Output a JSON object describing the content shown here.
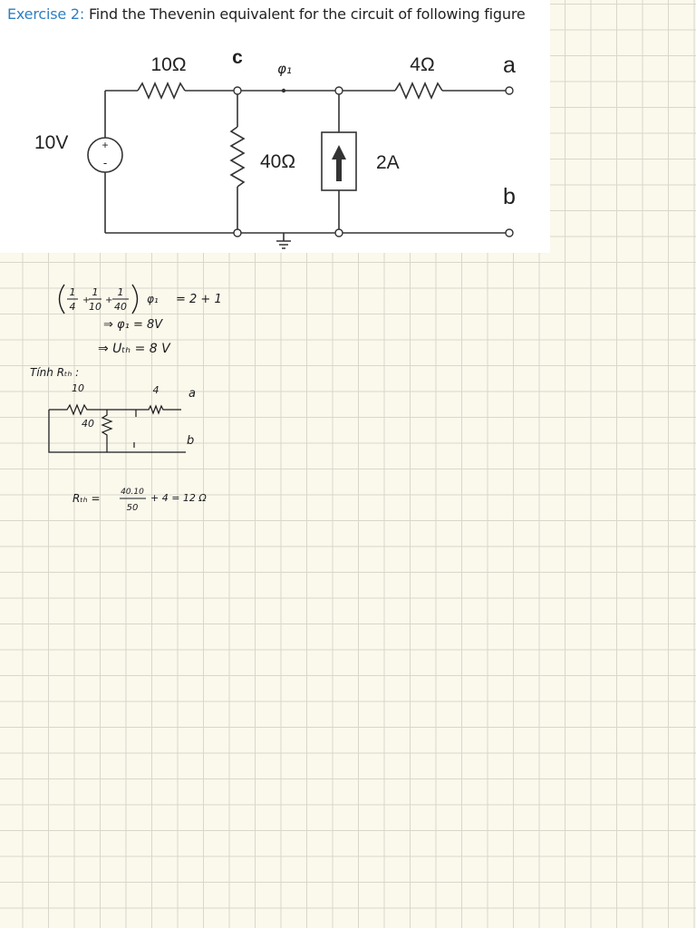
{
  "header": {
    "lead": "Exercise 2:",
    "text": "Find the Thevenin equivalent for the circuit of following figure"
  },
  "circuit": {
    "r_top_left": "10Ω",
    "node_c": "c",
    "node_phi": "φ₁",
    "r_top_right": "4Ω",
    "terminal_a": "a",
    "source_voltage": "10V",
    "r_middle": "40Ω",
    "current_source": "2A",
    "terminal_b": "b"
  },
  "solution": {
    "equation_lhs": "(1/4 + 1/10 + 1/40) φ₁",
    "frac1_num": "1",
    "frac1_den": "4",
    "frac2_num": "1",
    "frac2_den": "10",
    "frac3_num": "1",
    "frac3_den": "40",
    "phi": "φ₁",
    "equation_rhs": "= 2 + 1",
    "step_phi": "⇒ φ₁ = 8V",
    "step_uth": "⇒ Uₜₕ = 8 V",
    "tinh_rth": "Tính Rₜₕ :",
    "sk_r1": "10",
    "sk_r2": "4",
    "sk_r3": "40",
    "sk_a": "a",
    "sk_b": "b",
    "rth_label": "Rₜₕ =",
    "rth_num": "40.10",
    "rth_den": "50",
    "rth_rest": "+ 4 = 12 Ω"
  },
  "colors": {
    "accent": "#2f7fc1",
    "paper": "#fbf8ec",
    "grid": "#d9d6cc"
  }
}
